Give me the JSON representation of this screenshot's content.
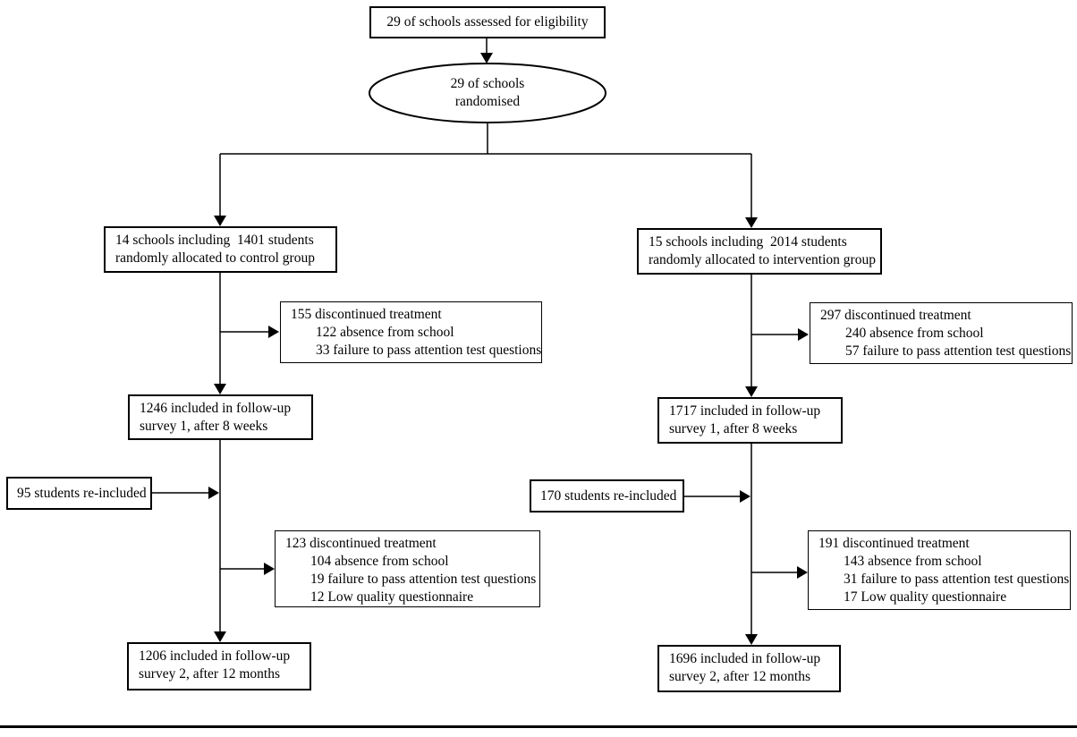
{
  "colors": {
    "ink": "#000000",
    "background": "#ffffff"
  },
  "flow": {
    "assessed": {
      "text": "29 of schools assessed for eligibility"
    },
    "randomised": {
      "lines": [
        "29 of schools",
        "randomised"
      ]
    },
    "control": {
      "allocated": {
        "lines": [
          "14 schools including  1401 students",
          "randomly allocated to control group"
        ]
      },
      "discontinued_1": {
        "lines": [
          "155 discontinued treatment",
          "122 absence from school",
          "33 failure to pass attention test questions"
        ]
      },
      "followup_1": {
        "lines": [
          "1246 included in follow-up",
          "survey 1, after 8 weeks"
        ]
      },
      "reincluded": {
        "text": "95 students re-included"
      },
      "discontinued_2": {
        "lines": [
          "123 discontinued treatment",
          "104 absence from school",
          "19 failure to pass attention test questions",
          "12 Low quality questionnaire"
        ]
      },
      "followup_2": {
        "lines": [
          "1206 included in follow-up",
          "survey 2, after 12 months"
        ]
      }
    },
    "intervention": {
      "allocated": {
        "lines": [
          "15 schools including  2014 students",
          "randomly allocated to intervention group"
        ]
      },
      "discontinued_1": {
        "lines": [
          "297 discontinued treatment",
          "240 absence from school",
          "57 failure to pass attention test questions"
        ]
      },
      "followup_1": {
        "lines": [
          "1717 included in follow-up",
          "survey 1, after 8 weeks"
        ]
      },
      "reincluded": {
        "text": "170 students re-included"
      },
      "discontinued_2": {
        "lines": [
          "191 discontinued treatment",
          "143 absence from school",
          "31 failure to pass attention test questions",
          "17 Low quality questionnaire"
        ]
      },
      "followup_2": {
        "lines": [
          "1696 included in follow-up",
          "survey 2, after 12 months"
        ]
      }
    }
  }
}
